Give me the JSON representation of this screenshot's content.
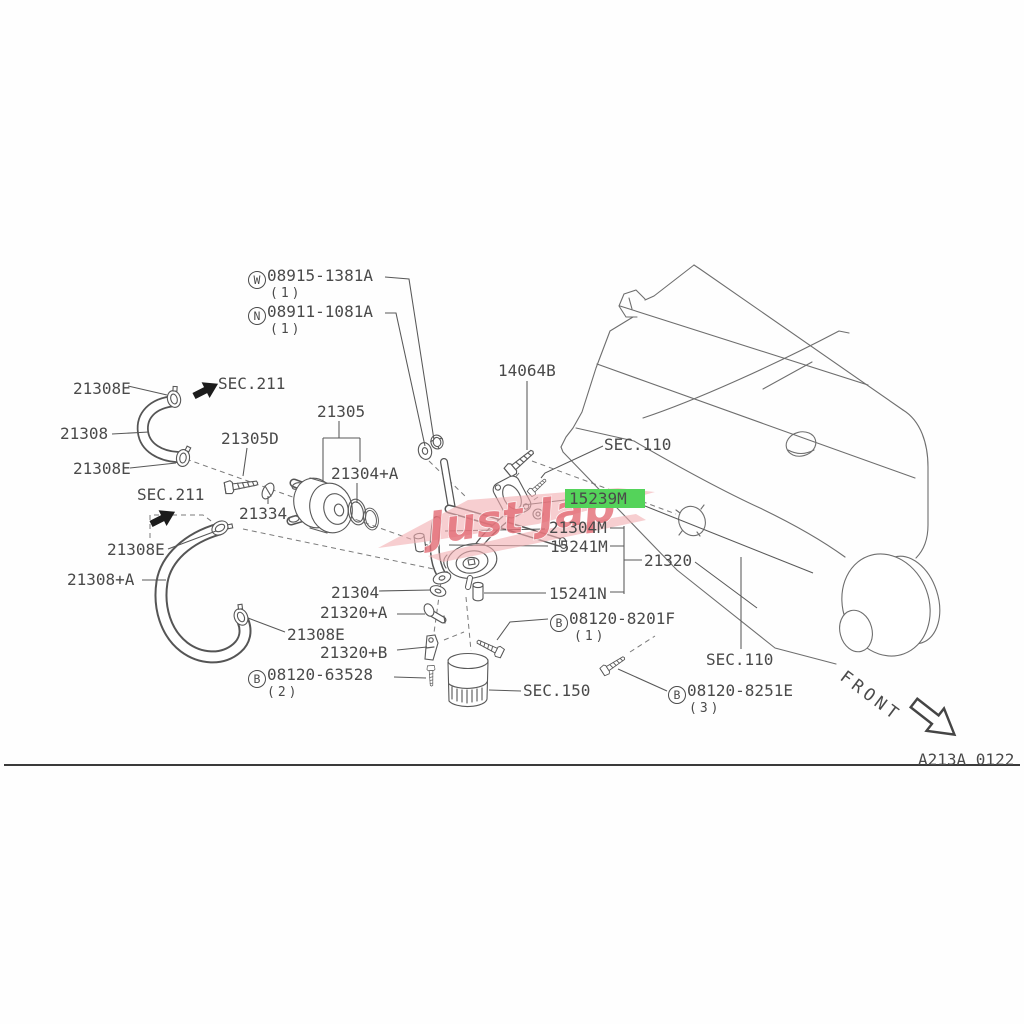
{
  "diagram": {
    "code": "A213A 0122",
    "front_label": "FRONT",
    "watermark_text": "Just Jap",
    "colors": {
      "highlight_green": "#54d35a",
      "watermark_band": "#f2adb1",
      "watermark_text": "#e26b74",
      "line_art": "#5d5d5d",
      "label_text": "#4a4a4a"
    }
  },
  "callouts": {
    "w_part": {
      "prefix": "W",
      "number": "08915-1381A",
      "qty": "(1)"
    },
    "n_part": {
      "prefix": "N",
      "number": "08911-1081A",
      "qty": "(1)"
    },
    "p14064b": {
      "number": "14064B"
    },
    "sec110_top": {
      "number": "SEC.110"
    },
    "sec110_bottom": {
      "number": "SEC.110"
    },
    "sec211_top": {
      "number": "SEC.211"
    },
    "sec211_bottom": {
      "number": "SEC.211"
    },
    "sec150": {
      "number": "SEC.150"
    },
    "e21308e_1": {
      "number": "21308E"
    },
    "e21308e_2": {
      "number": "21308E"
    },
    "e21308e_3": {
      "number": "21308E"
    },
    "e21308e_4": {
      "number": "21308E"
    },
    "p21308": {
      "number": "21308"
    },
    "p21308a": {
      "number": "21308+A"
    },
    "p21305": {
      "number": "21305"
    },
    "p21305d": {
      "number": "21305D"
    },
    "p21304a": {
      "number": "21304+A"
    },
    "p21334": {
      "number": "21334"
    },
    "p15239m": {
      "number": "15239M",
      "highlighted": true
    },
    "p21304m": {
      "number": "21304M"
    },
    "p15241m": {
      "number": "15241M"
    },
    "p21320": {
      "number": "21320"
    },
    "p15241n": {
      "number": "15241N"
    },
    "p21304": {
      "number": "21304"
    },
    "p21320a": {
      "number": "21320+A"
    },
    "p21320b": {
      "number": "21320+B"
    },
    "b63528": {
      "prefix": "B",
      "number": "08120-63528",
      "qty": "(2)"
    },
    "b8201f": {
      "prefix": "B",
      "number": "08120-8201F",
      "qty": "(1)"
    },
    "b8251e": {
      "prefix": "B",
      "number": "08120-8251E",
      "qty": "(3)"
    }
  }
}
